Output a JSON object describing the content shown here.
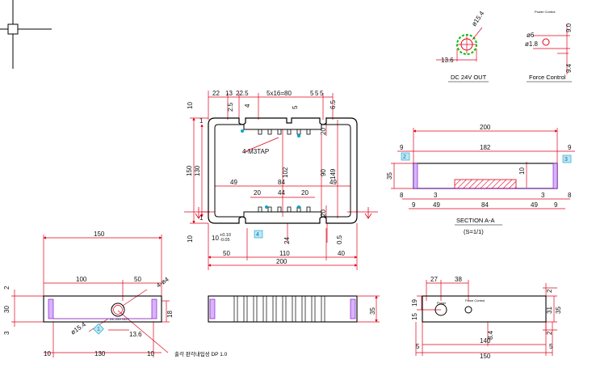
{
  "colors": {
    "background": "#ffffff",
    "outline": "#000000",
    "dimension": "#e0001b",
    "accent": "#7a00b8",
    "hatch": "#e0001b",
    "highlight": "#00c000",
    "marker": "#00a6c8"
  },
  "top_view": {
    "dims_top": [
      "22",
      "13",
      "22.5",
      "5x16=80",
      "5",
      "5",
      "5",
      "6.5"
    ],
    "dims_left": [
      "10",
      "1",
      "150",
      "130",
      "10",
      "1"
    ],
    "dims_inner": [
      "2.5",
      "4",
      "5",
      "49",
      "84",
      "49",
      "20",
      "44",
      "20",
      "102",
      "90",
      "149",
      "20",
      "20",
      "24",
      "0.5"
    ],
    "tap_label": "4-M3TAP",
    "tolerance_top": "+0.10",
    "tolerance_bottom": "-0.05",
    "tolerance_base": "10",
    "dims_bottom": [
      "50",
      "110",
      "40",
      "200"
    ],
    "markers": [
      "4"
    ]
  },
  "section": {
    "dims_top": [
      "200",
      "182"
    ],
    "dims_sides": [
      "9",
      "9",
      "35",
      "8",
      "8",
      "10"
    ],
    "dims_bottom": [
      "9",
      "3",
      "49",
      "84",
      "3",
      "49",
      "9"
    ],
    "markers": [
      "2",
      "3"
    ],
    "title": "SECTION A-A",
    "scale": "(S=1/1)"
  },
  "dc_detail": {
    "dims": [
      "ø15.4",
      "13.6"
    ],
    "caption": "DC 24V OUT"
  },
  "force_detail": {
    "dims": [
      "ø6",
      "ø1.8",
      "9.0",
      "9.4"
    ],
    "tiny_label": "Power Control",
    "caption": "Force Control"
  },
  "front_view": {
    "dims": [
      "150",
      "100",
      "50",
      "2",
      "30",
      "3",
      "18",
      "10",
      "130",
      "10",
      "13.6",
      "ø15.4"
    ],
    "leader": "4-ø4",
    "tiny_label": "DC 24V OUT",
    "note": "출각 판각내입성 DP 1.0",
    "markers": [
      "1"
    ]
  },
  "side_view": {
    "dims": [
      "35"
    ]
  },
  "end_view": {
    "dims": [
      "27",
      "38",
      "2",
      "31",
      "35",
      "15",
      "19",
      "8.4",
      "2",
      "5",
      "140",
      "5",
      "150"
    ],
    "labels": [
      "Power",
      "Force Control"
    ]
  }
}
